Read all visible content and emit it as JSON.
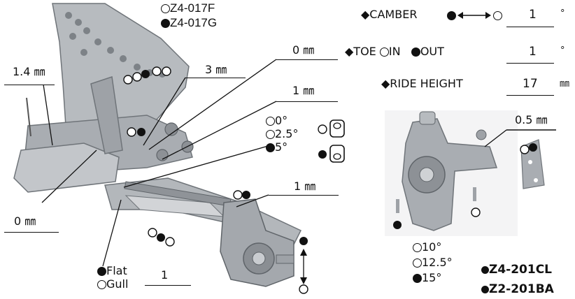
{
  "labels": {
    "z4_017f": "Z4-017F",
    "z4_017g": "Z4-017G",
    "shock_left": "1.4 ㎜",
    "upper_3mm": "3 ㎜",
    "upper_0mm": "0 ㎜",
    "upper_1mm": "1 ㎜",
    "lower_0mm": "0 ㎜",
    "lower_1mm": "1 ㎜",
    "angle_0": "0°",
    "angle_25": "2.5°",
    "angle_5": "5°",
    "flat": "Flat",
    "gull": "Gull",
    "gull_value": "1"
  },
  "settings": {
    "camber_label": "◆CAMBER",
    "camber_value": "1",
    "camber_unit": "°",
    "toe_label": "◆TOE",
    "toe_in": "IN",
    "toe_out": "OUT",
    "toe_value": "1",
    "toe_unit": "°",
    "ride_label": "◆RIDE HEIGHT",
    "ride_value": "17",
    "ride_unit": "㎜"
  },
  "hub": {
    "spacer": "0.5 ㎜",
    "angle_10": "10°",
    "angle_125": "12.5°",
    "angle_15": "15°",
    "part_a": "Z4-201CL",
    "part_b": "Z2-201BA"
  },
  "colors": {
    "ink": "#111111",
    "part": "#9a9ea3",
    "part_dark": "#6f7479",
    "part_light": "#c9ccd0"
  }
}
